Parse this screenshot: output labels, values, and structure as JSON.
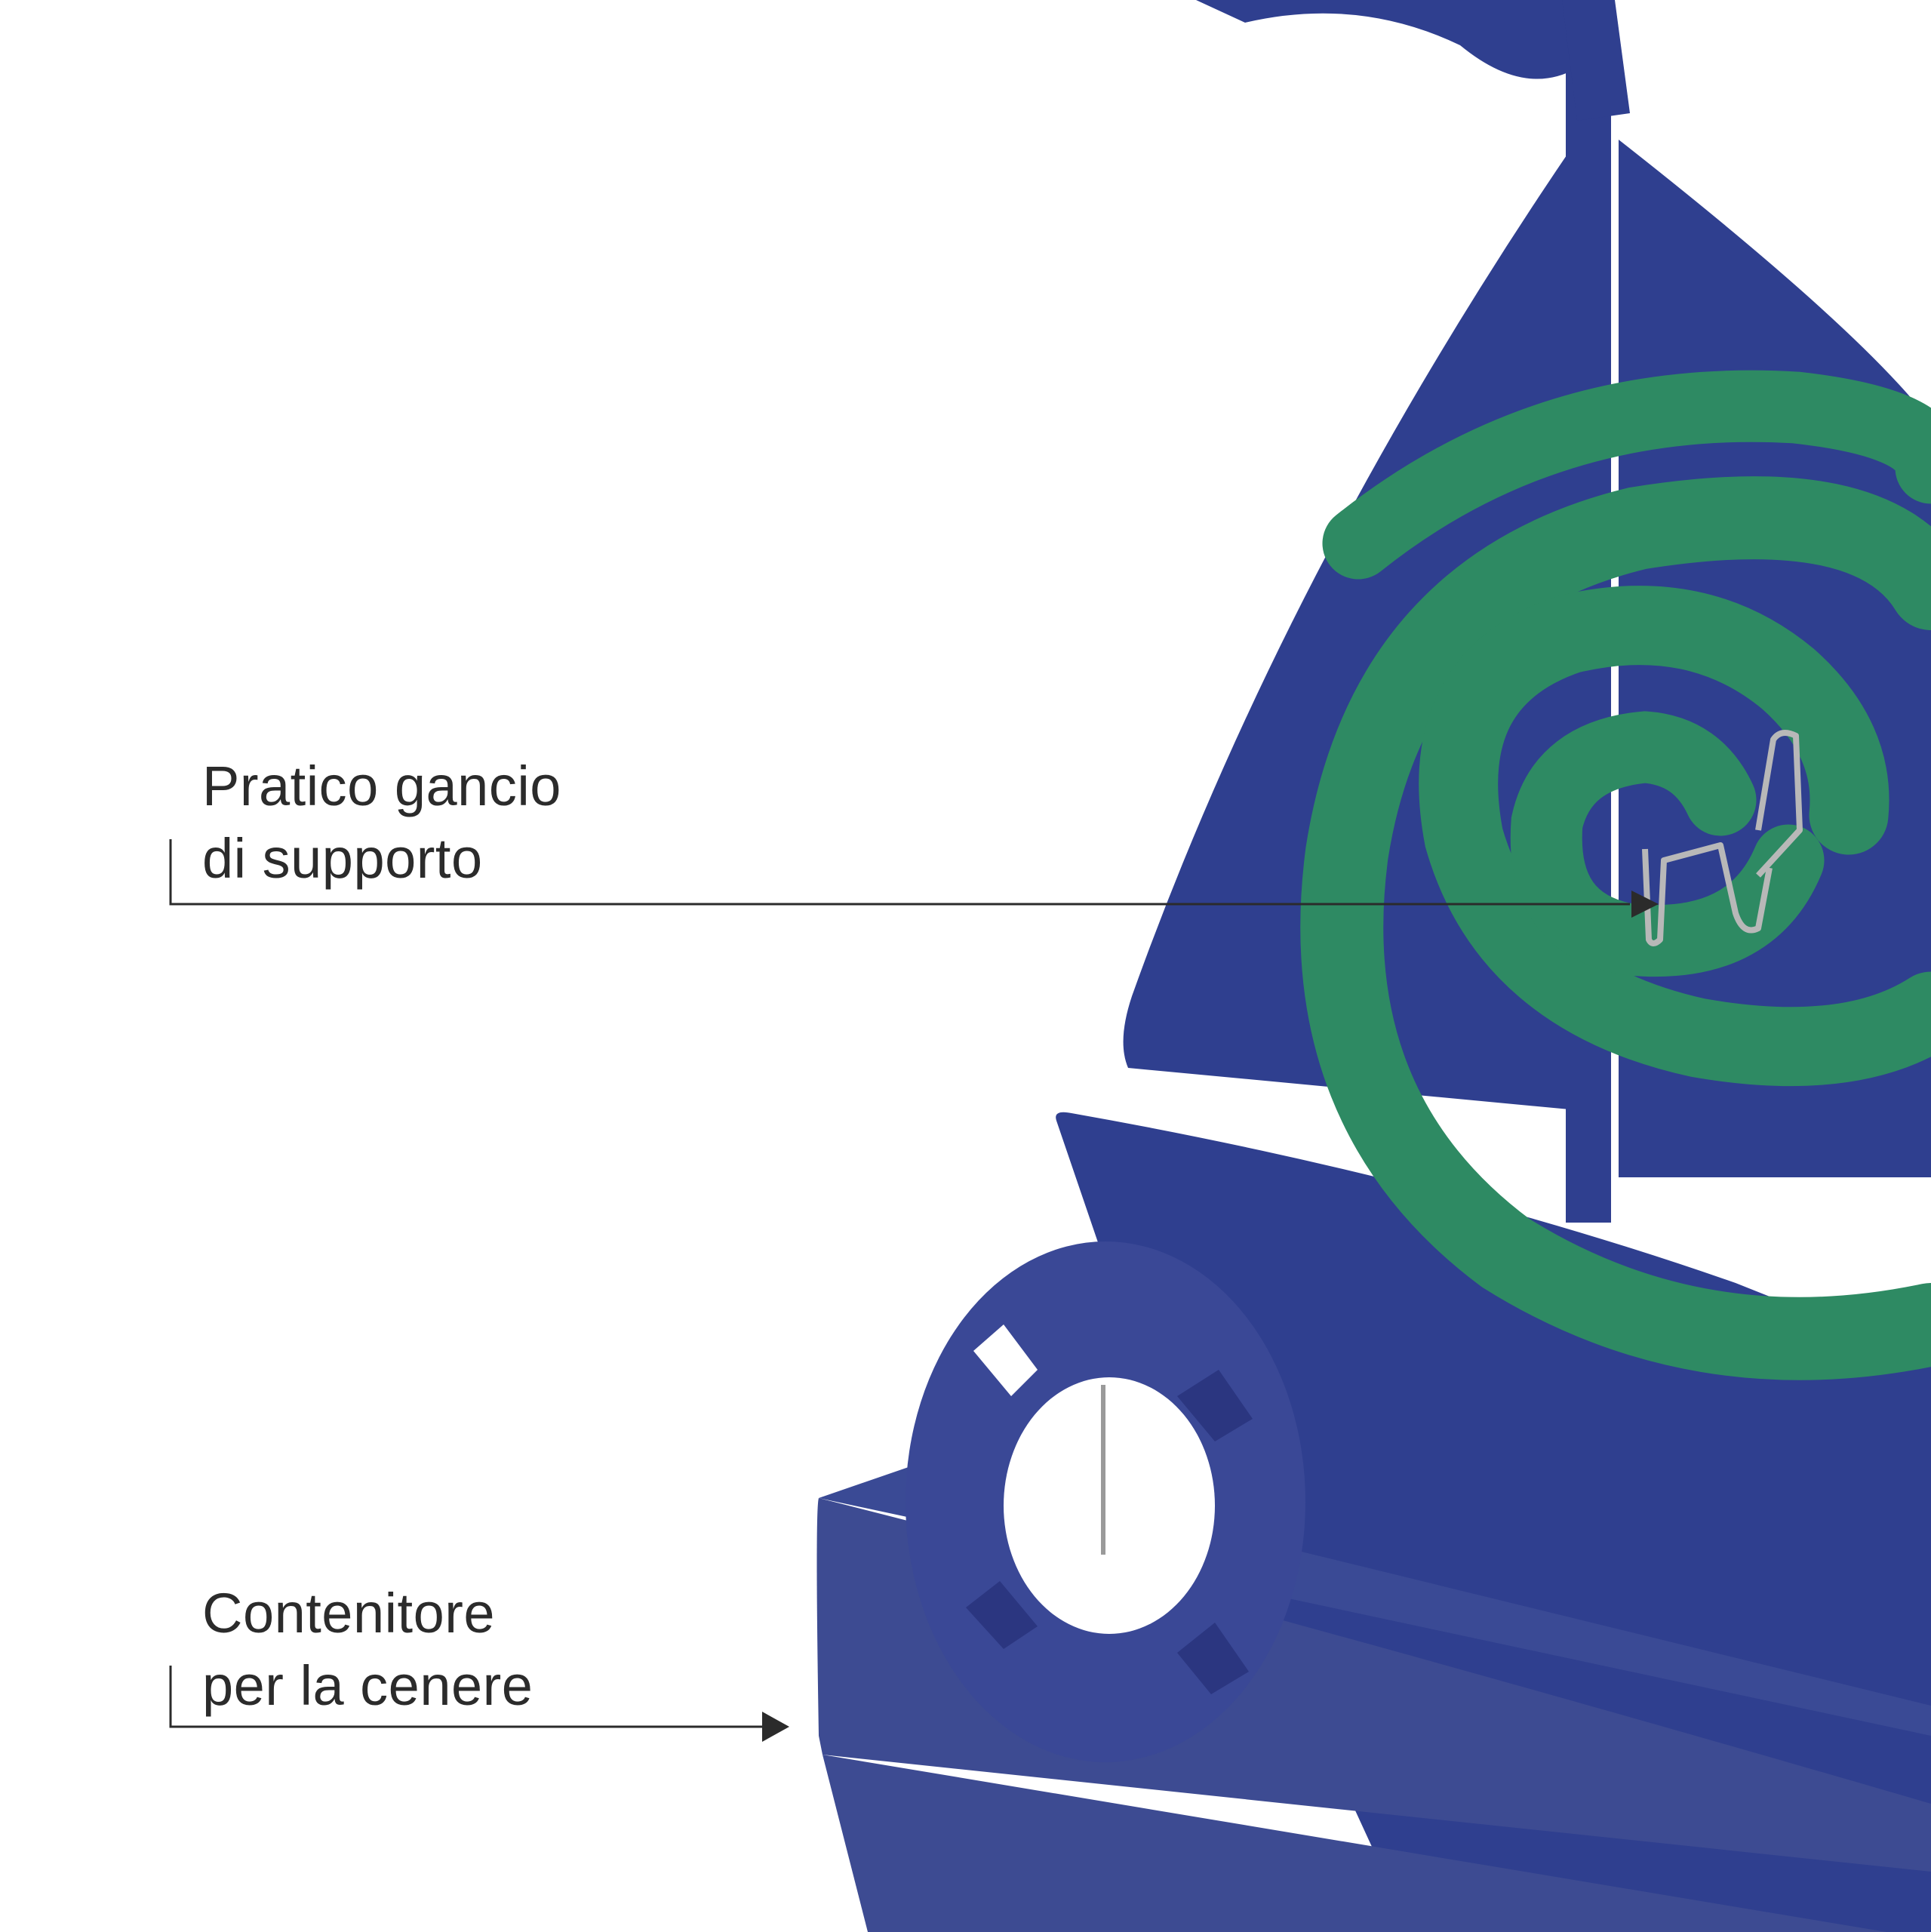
{
  "callouts": {
    "hook": {
      "line1": "Pratico gancio",
      "line2": "di supporto"
    },
    "ash_tray": {
      "line1": "Contenitore",
      "line2": "per la cenere"
    }
  },
  "colors": {
    "holder_blue": "#2f3f8f",
    "holder_blue_light": "#3d4b92",
    "coil_green": "#2e8a63",
    "coil_green_dark": "#237052",
    "hook_metal": "#b8b8b8",
    "line_color": "#2b2b2b",
    "background": "#ffffff"
  },
  "icons": {
    "hook_pointer": "arrow-right-icon",
    "ash_pointer": "arrow-right-icon"
  }
}
